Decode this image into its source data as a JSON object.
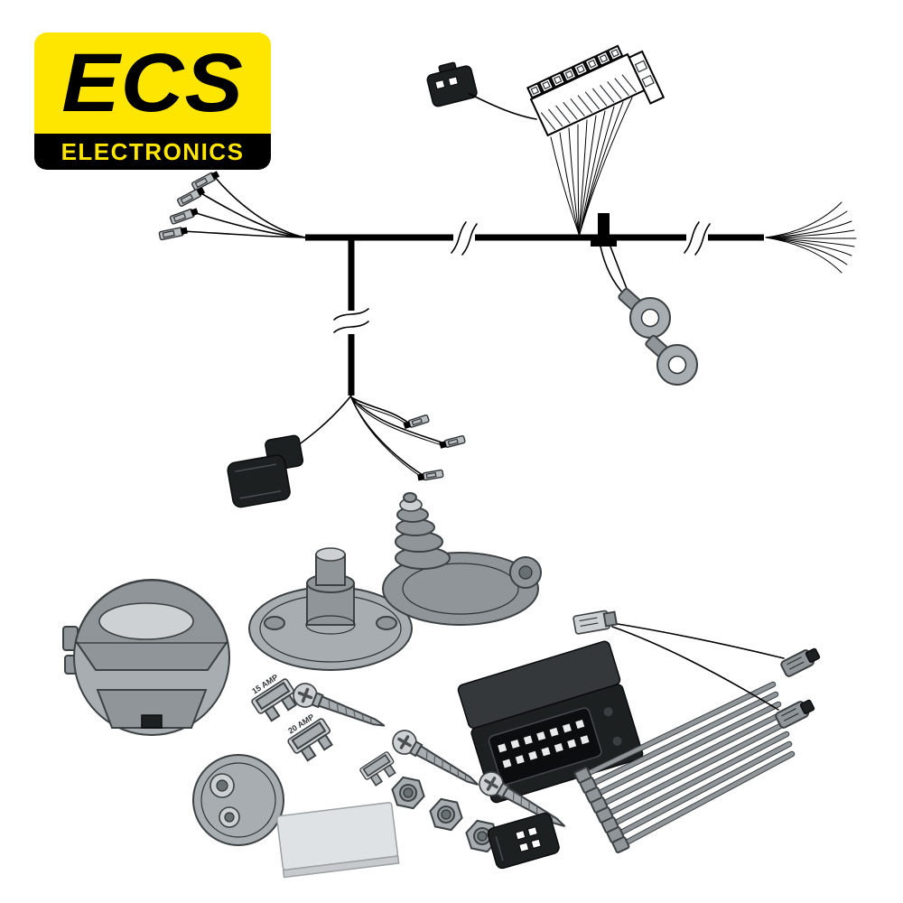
{
  "brand": {
    "name": "ECS",
    "subtitle": "ELECTRONICS"
  },
  "fuses": [
    {
      "label": "15 AMP"
    },
    {
      "label": "20 AMP"
    }
  ],
  "colors": {
    "bg": "#ffffff",
    "brand_yellow": "#ffe600",
    "ink": "#000000",
    "metal": "#b9bec1",
    "part_grey": "#a7adb0",
    "part_grey_dark": "#8f9598",
    "part_grey_light": "#cdd1d3",
    "part_edge": "#3c4144",
    "module_black": "#1d2021"
  }
}
